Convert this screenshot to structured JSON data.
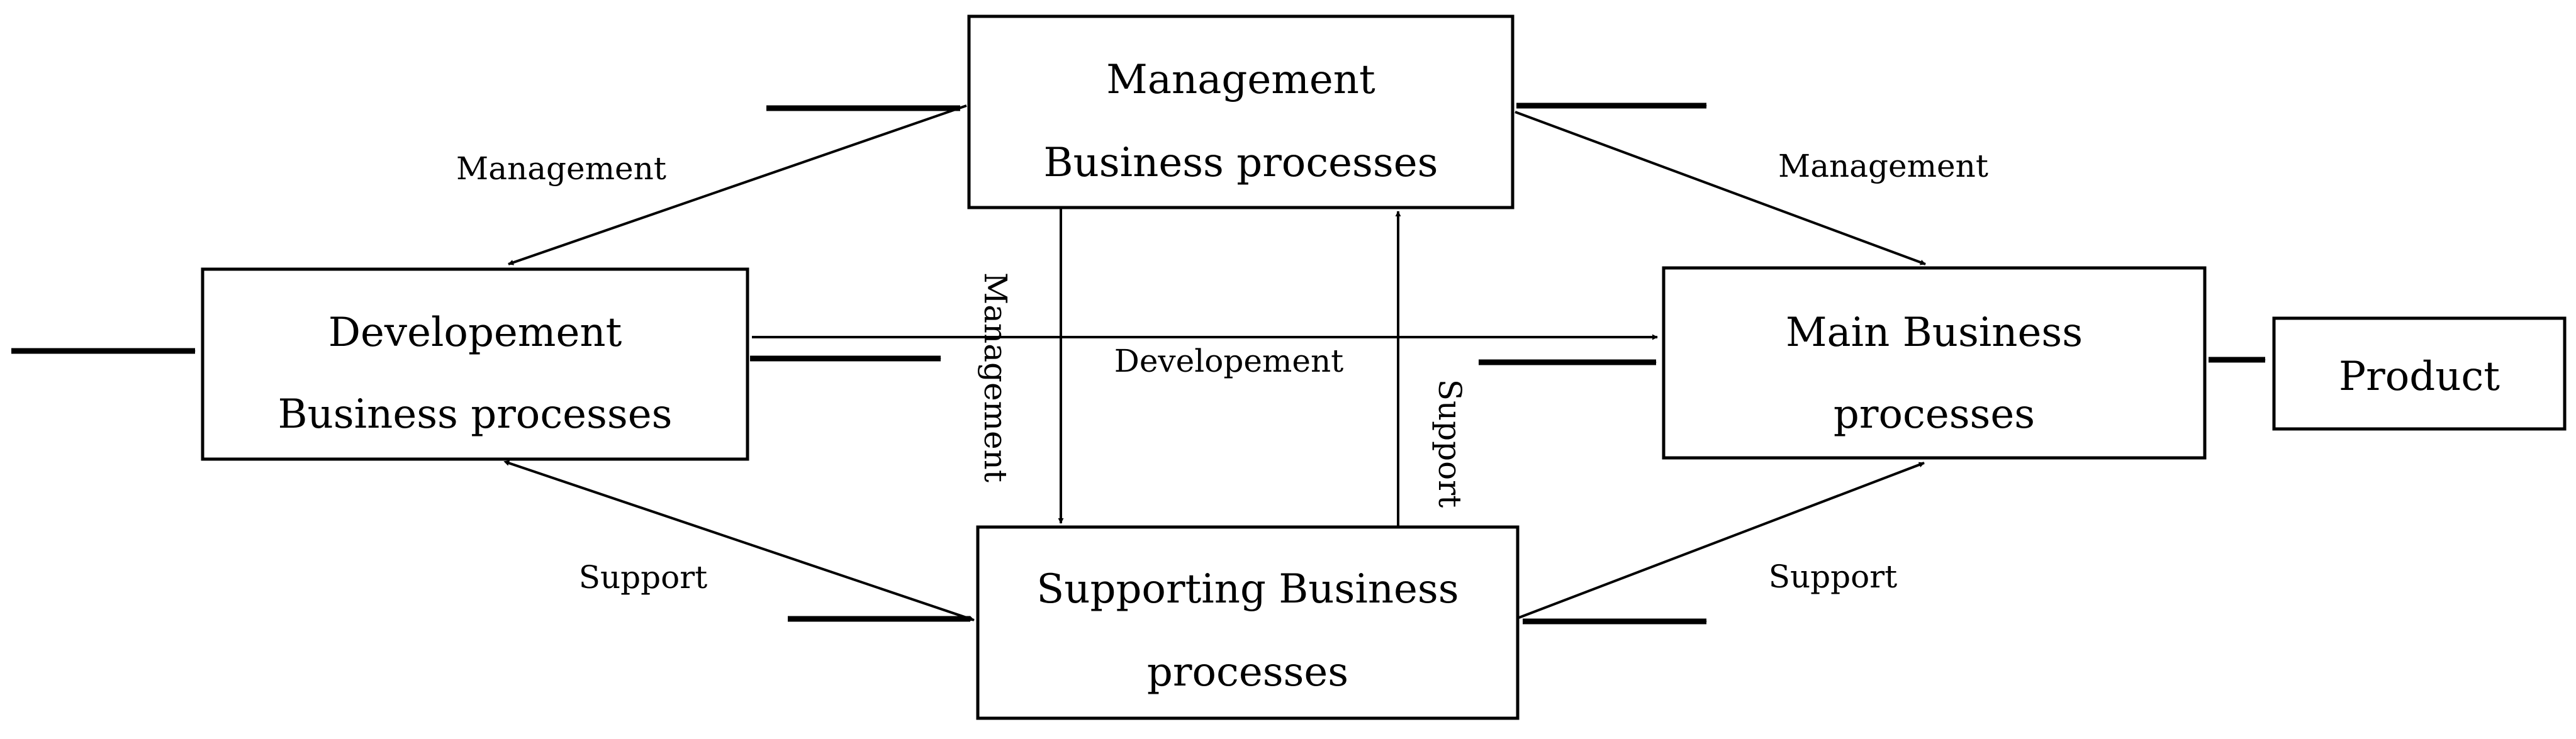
{
  "diagram": {
    "nodes": {
      "management": {
        "line1": "Management",
        "line2": "Business processes"
      },
      "development": {
        "line1": "Developement",
        "line2": "Business processes"
      },
      "main": {
        "line1": "Main Business",
        "line2": "processes"
      },
      "supporting": {
        "line1": "Supporting Business",
        "line2": "processes"
      },
      "product": {
        "label": "Product"
      }
    },
    "edge_labels": {
      "mgmt_to_dev": "Management",
      "mgmt_to_main": "Management",
      "mgmt_to_support": "Management",
      "dev_to_main": "Developement",
      "support_to_mgmt": "Support",
      "support_to_dev": "Support",
      "support_to_main": "Support"
    },
    "colors": {
      "stroke": "#000000",
      "background": "#ffffff"
    }
  }
}
